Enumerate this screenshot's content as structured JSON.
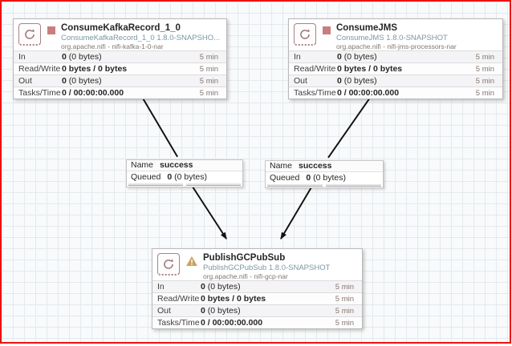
{
  "colors": {
    "frame_border": "#ee1111",
    "stopped_indicator": "#c97e7e",
    "invalid_warning": "#cf9f5d",
    "processor_icon": "#a07379",
    "subtitle_text": "#7a97a5",
    "connection_line": "#000000"
  },
  "processors": [
    {
      "title": "ConsumeKafkaRecord_1_0",
      "subtitle": "ConsumeKafkaRecord_1_0 1.8.0-SNAPSHO...",
      "bundle": "org.apache.nifi - nifi-kafka-1-0-nar",
      "status": "stopped",
      "stats": [
        {
          "label": "In",
          "value_bold": "0",
          "value_rest": " (0 bytes)",
          "window": "5 min"
        },
        {
          "label": "Read/Write",
          "value_bold": "0 bytes / 0 bytes",
          "value_rest": "",
          "window": "5 min"
        },
        {
          "label": "Out",
          "value_bold": "0",
          "value_rest": " (0 bytes)",
          "window": "5 min"
        },
        {
          "label": "Tasks/Time",
          "value_bold": "0 / 00:00:00.000",
          "value_rest": "",
          "window": "5 min"
        }
      ]
    },
    {
      "title": "ConsumeJMS",
      "subtitle": "ConsumeJMS 1.8.0-SNAPSHOT",
      "bundle": "org.apache.nifi - nifi-jms-processors-nar",
      "status": "stopped",
      "stats": [
        {
          "label": "In",
          "value_bold": "0",
          "value_rest": " (0 bytes)",
          "window": "5 min"
        },
        {
          "label": "Read/Write",
          "value_bold": "0 bytes / 0 bytes",
          "value_rest": "",
          "window": "5 min"
        },
        {
          "label": "Out",
          "value_bold": "0",
          "value_rest": " (0 bytes)",
          "window": "5 min"
        },
        {
          "label": "Tasks/Time",
          "value_bold": "0 / 00:00:00.000",
          "value_rest": "",
          "window": "5 min"
        }
      ]
    },
    {
      "title": "PublishGCPubSub",
      "subtitle": "PublishGCPubSub 1.8.0-SNAPSHOT",
      "bundle": "org.apache.nifi - nifi-gcp-nar",
      "status": "invalid",
      "stats": [
        {
          "label": "In",
          "value_bold": "0",
          "value_rest": " (0 bytes)",
          "window": "5 min"
        },
        {
          "label": "Read/Write",
          "value_bold": "0 bytes / 0 bytes",
          "value_rest": "",
          "window": "5 min"
        },
        {
          "label": "Out",
          "value_bold": "0",
          "value_rest": " (0 bytes)",
          "window": "5 min"
        },
        {
          "label": "Tasks/Time",
          "value_bold": "0 / 00:00:00.000",
          "value_rest": "",
          "window": "5 min"
        }
      ]
    }
  ],
  "connections": [
    {
      "name_label": "Name",
      "name_value": "success",
      "queued_label": "Queued",
      "queued_bold": "0",
      "queued_rest": " (0 bytes)"
    },
    {
      "name_label": "Name",
      "name_value": "success",
      "queued_label": "Queued",
      "queued_bold": "0",
      "queued_rest": " (0 bytes)"
    }
  ]
}
